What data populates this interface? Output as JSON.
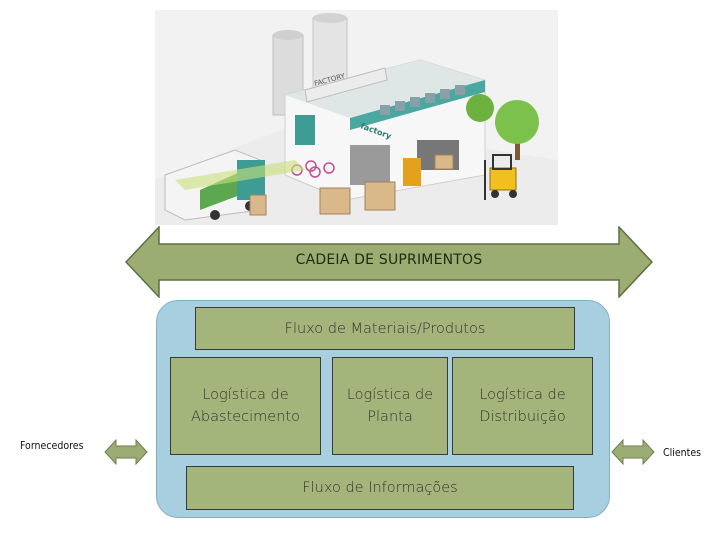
{
  "diagram": {
    "chain_label": "CADEIA DE SUPRIMENTOS",
    "materials_flow": "Fluxo de Materiais/Produtos",
    "logistics": [
      {
        "line1": "Logística de",
        "line2": "Abastecimento"
      },
      {
        "line1": "Logística de",
        "line2": "Planta"
      },
      {
        "line1": "Logística de",
        "line2": "Distribuição"
      }
    ],
    "information_flow": "Fluxo de Informações",
    "left_actor": "Fornecedores",
    "right_actor": "Clientes"
  },
  "illustration": {
    "factory_sign": "factory",
    "factory_roof_sign": "FACTORY"
  },
  "colors": {
    "box_fill": "#a3b57b",
    "panel_fill": "#a8cfe0",
    "arrow_fill": "#9bad72",
    "arrow_stroke": "#5f6e45"
  }
}
